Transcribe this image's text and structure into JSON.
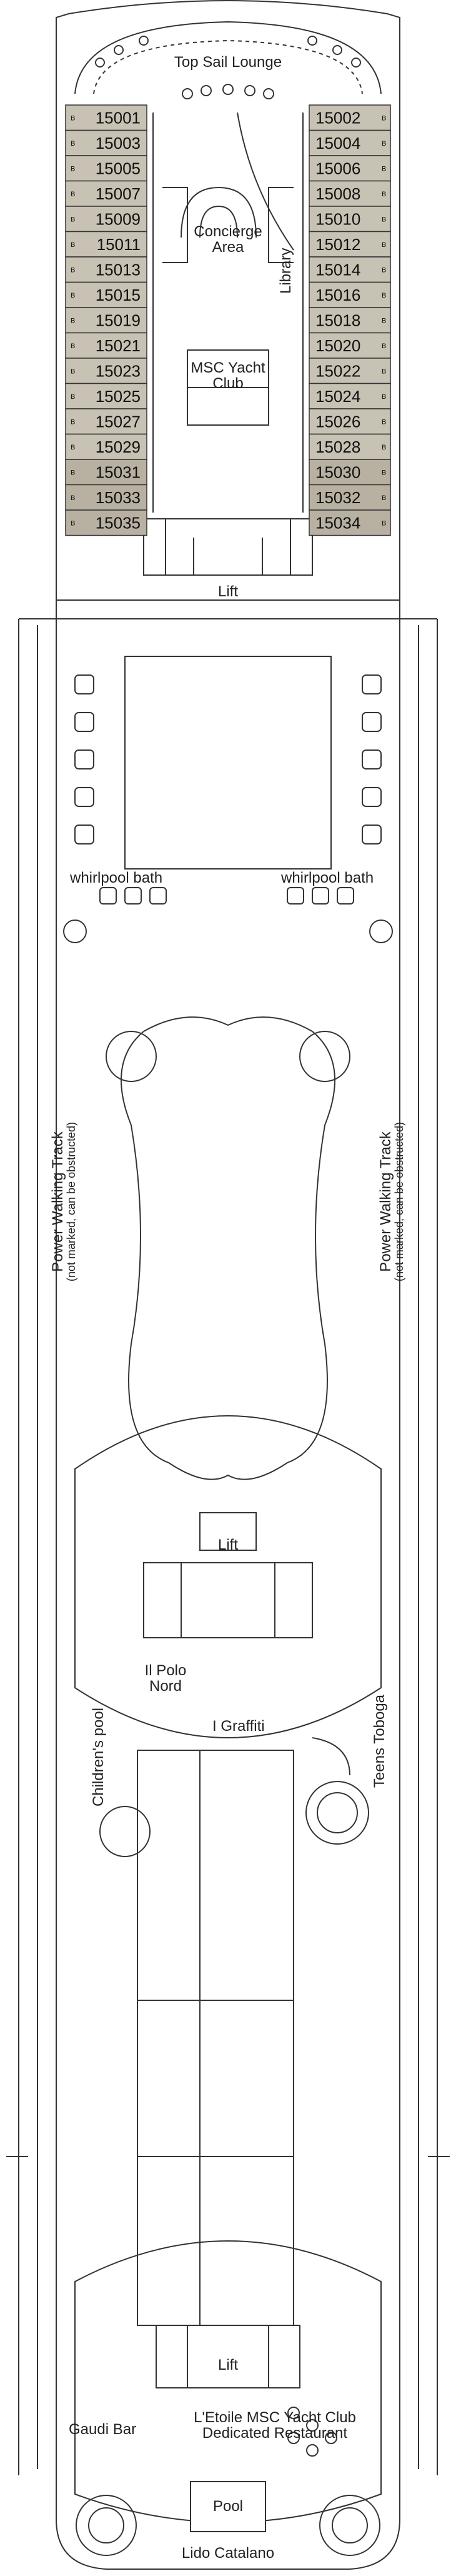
{
  "deck": {
    "colors": {
      "cabin_fill": "#c8c2b4",
      "cabin_fill_dark": "#b8b1a1",
      "line": "#333333",
      "water": "#ffffff"
    },
    "labels": {
      "top_sail_lounge": "Top Sail Lounge",
      "concierge_area": "Concierge Area",
      "library": "Library",
      "msc_yacht_club": "MSC Yacht Club",
      "lift": "Lift",
      "whirlpool_left": "whirlpool bath",
      "whirlpool_right": "whirlpool bath",
      "walking_track": "Power Walking Track",
      "walking_track_note": "(not marked, can be obstructed)",
      "il_polo_nord": "Il Polo Nord",
      "graffiti": "I Graffiti",
      "teens_toboga": "Teens Toboga",
      "childrens_pool": "Children's pool",
      "gaudi_bar": "Gaudi Bar",
      "etoile_restaurant": "L'Etoile MSC Yacht Club Dedicated Restaurant",
      "pool": "Pool",
      "lido_catalano": "Lido Catalano"
    },
    "cabins_left": [
      {
        "num": "15001",
        "badge": "B"
      },
      {
        "num": "15003",
        "badge": "B"
      },
      {
        "num": "15005",
        "badge": "B"
      },
      {
        "num": "15007",
        "badge": "B"
      },
      {
        "num": "15009",
        "badge": "B"
      },
      {
        "num": "15011",
        "badge": "B"
      },
      {
        "num": "15013",
        "badge": "B"
      },
      {
        "num": "15015",
        "badge": "B"
      },
      {
        "num": "15019",
        "badge": "B"
      },
      {
        "num": "15021",
        "badge": "B"
      },
      {
        "num": "15023",
        "badge": "B"
      },
      {
        "num": "15025",
        "badge": "B"
      },
      {
        "num": "15027",
        "badge": "B"
      },
      {
        "num": "15029",
        "badge": "B"
      },
      {
        "num": "15031",
        "badge": "B"
      },
      {
        "num": "15033",
        "badge": "B"
      },
      {
        "num": "15035",
        "badge": "B"
      }
    ],
    "cabins_right": [
      {
        "num": "15002",
        "badge": "B"
      },
      {
        "num": "15004",
        "badge": "B"
      },
      {
        "num": "15006",
        "badge": "B"
      },
      {
        "num": "15008",
        "badge": "B"
      },
      {
        "num": "15010",
        "badge": "B"
      },
      {
        "num": "15012",
        "badge": "B"
      },
      {
        "num": "15014",
        "badge": "B"
      },
      {
        "num": "15016",
        "badge": "B"
      },
      {
        "num": "15018",
        "badge": "B"
      },
      {
        "num": "15020",
        "badge": "B"
      },
      {
        "num": "15022",
        "badge": "B"
      },
      {
        "num": "15024",
        "badge": "B"
      },
      {
        "num": "15026",
        "badge": "B"
      },
      {
        "num": "15028",
        "badge": "B"
      },
      {
        "num": "15030",
        "badge": "B"
      },
      {
        "num": "15032",
        "badge": "B"
      },
      {
        "num": "15034",
        "badge": "B"
      }
    ]
  }
}
